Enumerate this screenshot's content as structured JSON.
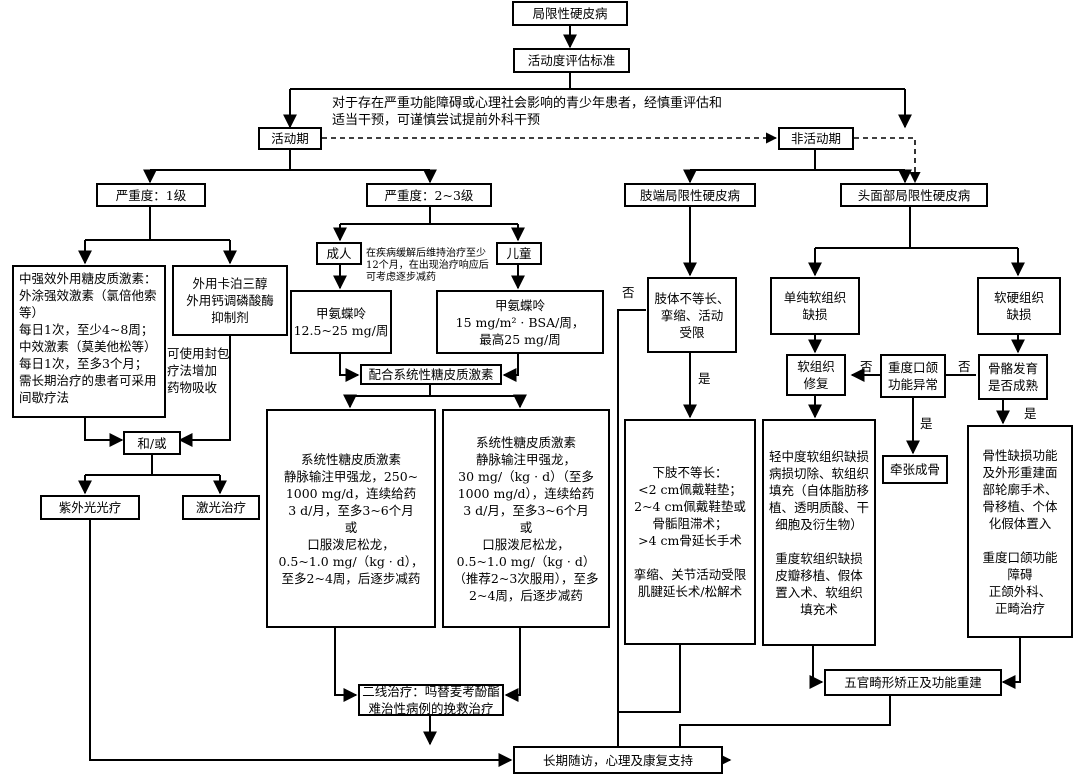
{
  "nodes": {
    "root": "局限性硬皮病",
    "criteria": "活动度评估标准",
    "active": "活动期",
    "inactive": "非活动期",
    "sev1": "严重度：1级",
    "sev23": "严重度：2~3级",
    "limb": "肢端局限性硬皮病",
    "headface": "头面部局限性硬皮病",
    "topical_steroid": "中强效外用糖皮质激素：\n外涂强效激素（氯倍他索等）\n每日1次，至少4~8周；\n中效激素（莫美他松等）\n每日1次，至多3个月；\n需长期治疗的患者可采用间歇疗法",
    "calcipotriol": "外用卡泊三醇\n外用钙调磷酸酶\n抑制剂",
    "and_or": "和/或",
    "uv": "紫外光光疗",
    "laser": "激光治疗",
    "adult": "成人",
    "child": "儿童",
    "mtx_adult": "甲氨蝶呤\n12.5~25 mg/周",
    "mtx_child": "甲氨蝶呤\n15 mg/m² · BSA/周，\n最高25 mg/周",
    "combine": "配合系统性糖皮质激素",
    "sys_adult": "系统性糖皮质激素\n静脉输注甲强龙，250~\n1000 mg/d，连续给药\n3 d/月，至多3~6个月\n或\n口服泼尼松龙，\n0.5~1.0 mg/（kg · d），\n至多2~4周，后逐步减药",
    "sys_child": "系统性糖皮质激素\n静脉输注甲强龙，\n30 mg/（kg · d）（至多\n1000 mg/d），连续给药\n3 d/月，至多3~6个月\n或\n口服泼尼松龙，\n0.5~1.0 mg/（kg · d）\n（推荐2~3次服用），至多\n2~4周，后逐步减药",
    "second_line": "二线治疗：吗替麦考酚酯\n难治性病例的挽救治疗",
    "followup": "长期随访，心理及康复支持",
    "limb_q": "肢体不等长、\n挛缩、活动\n受限",
    "limb_tx": "下肢不等长：\n<2 cm佩戴鞋垫；\n2~4 cm佩戴鞋垫或\n骨骺阻滞术；\n>4 cm骨延长手术\n\n挛缩、关节活动受限\n肌腱延长术/松解术",
    "soft_only": "单纯软组织\n缺损",
    "soft_hard": "软硬组织\n缺损",
    "soft_repair": "软组织\n修复",
    "jaw_q": "重度口颌\n功能异常",
    "bone_q": "骨骼发育\n是否成熟",
    "traction": "牵张成骨",
    "soft_tx": "轻中度软组织缺损\n病损切除、软组织\n填充（自体脂肪移\n植、透明质酸、干\n细胞及衍生物）\n\n重度软组织缺损\n皮瓣移植、假体\n置入术、软组织\n填充术",
    "bone_tx": "骨性缺损功能\n及外形重建面\n部轮廓手术、\n骨移植、个体\n化假体置入\n\n重度口颌功能\n障碍\n正颌外科、\n正畸治疗",
    "facial_recon": "五官畸形矫正及功能重建"
  },
  "labels": {
    "adolescent_note": "对于存在严重功能障碍或心理社会影响的青少年患者，经慎重评估和\n适当干预，可谨慎尝试提前外科干预",
    "child_note": "在疾病缓解后维持治疗至少\n12个月，在出现治疗响应后\n可考虑逐步减药",
    "occlusive": "可使用封包\n疗法增加\n药物吸收",
    "no_limb": "否",
    "yes_limb": "是",
    "no_jaw": "否",
    "no_bone": "否",
    "yes_jaw": "是",
    "yes_bone": "是"
  }
}
